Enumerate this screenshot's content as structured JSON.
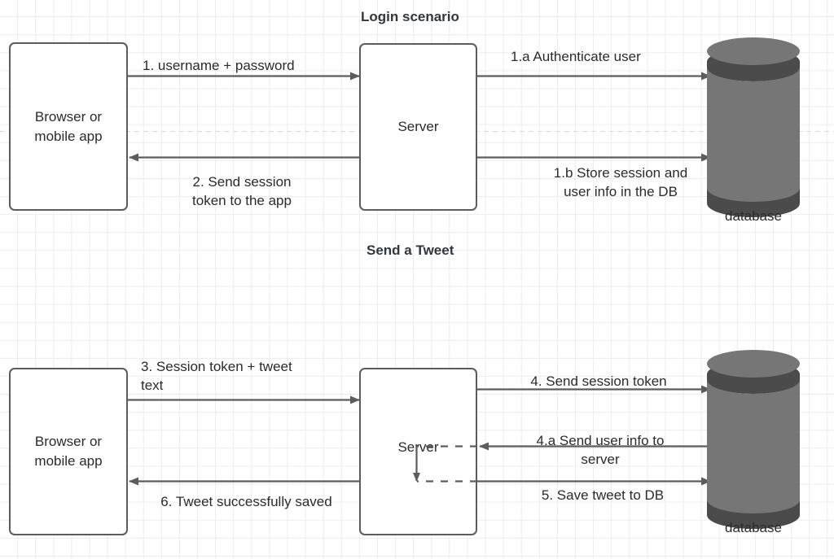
{
  "diagram": {
    "title_top": "Login scenario",
    "title_bottom": "Send a Tweet",
    "colors": {
      "node_border": "#5c5c5c",
      "node_fill": "#ffffff",
      "text": "#2b2b2b",
      "arrow": "#5c5c5c",
      "db_body": "#767676",
      "db_band": "#4b4b4b",
      "grid": "#ececec",
      "guide_dash": "#d9d9d9"
    }
  },
  "top_section": {
    "title": "Login scenario",
    "nodes": {
      "client": {
        "label": "Browser or\nmobile app",
        "icon": "rectangle-node"
      },
      "server": {
        "label": "Server",
        "icon": "rectangle-node"
      },
      "database": {
        "caption": "database",
        "icon": "database-cylinder-icon"
      }
    },
    "edges": [
      {
        "id": "e1",
        "label": "1. username + password",
        "direction": "client-to-server",
        "icon": "arrow-right-icon"
      },
      {
        "id": "e1a",
        "label": "1.a Authenticate user",
        "direction": "server-to-database",
        "icon": "arrow-right-icon"
      },
      {
        "id": "e2",
        "label": "2. Send session\ntoken to the app",
        "direction": "server-to-client",
        "icon": "arrow-left-icon"
      },
      {
        "id": "e1b",
        "label": "1.b Store session and\nuser info in the DB",
        "direction": "server-to-database",
        "icon": "arrow-right-icon"
      }
    ]
  },
  "bottom_section": {
    "title": "Send a Tweet",
    "nodes": {
      "client": {
        "label": "Browser or\nmobile app",
        "icon": "rectangle-node"
      },
      "server": {
        "label": "Server",
        "icon": "rectangle-node"
      },
      "database": {
        "caption": "database",
        "icon": "database-cylinder-icon"
      }
    },
    "edges": [
      {
        "id": "e3",
        "label": "3. Session token + tweet\ntext",
        "direction": "client-to-server",
        "icon": "arrow-right-icon"
      },
      {
        "id": "e4",
        "label": "4. Send session token",
        "direction": "server-to-database",
        "icon": "arrow-right-icon"
      },
      {
        "id": "e4a",
        "label": "4.a Send user info to\nserver",
        "direction": "database-to-server",
        "icon": "arrow-left-icon"
      },
      {
        "id": "e5",
        "label": "5. Save tweet to DB",
        "direction": "server-to-database",
        "icon": "arrow-right-icon"
      },
      {
        "id": "e6",
        "label": "6. Tweet successfully saved",
        "direction": "server-to-client",
        "icon": "arrow-left-icon"
      },
      {
        "id": "e-internal",
        "label": "",
        "direction": "server-internal-flow",
        "icon": "dashed-arrow-down-icon"
      }
    ]
  }
}
